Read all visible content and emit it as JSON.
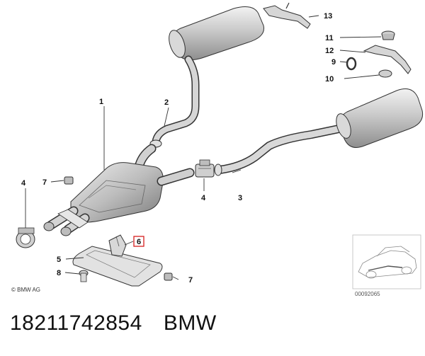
{
  "diagram": {
    "callouts": [
      {
        "id": "1",
        "label": "1"
      },
      {
        "id": "2",
        "label": "2"
      },
      {
        "id": "3",
        "label": "3"
      },
      {
        "id": "4a",
        "label": "4"
      },
      {
        "id": "4b",
        "label": "4"
      },
      {
        "id": "5",
        "label": "5"
      },
      {
        "id": "6",
        "label": "6"
      },
      {
        "id": "7a",
        "label": "7"
      },
      {
        "id": "7b",
        "label": "7"
      },
      {
        "id": "8",
        "label": "8"
      },
      {
        "id": "9",
        "label": "9"
      },
      {
        "id": "10",
        "label": "10"
      },
      {
        "id": "11",
        "label": "11"
      },
      {
        "id": "12",
        "label": "12"
      },
      {
        "id": "13",
        "label": "13"
      }
    ],
    "copyright": "© BMW AG",
    "reference_code": "00092065",
    "highlight_color": "#d62020"
  },
  "footer": {
    "part_number": "18211742854",
    "brand": "BMW"
  }
}
